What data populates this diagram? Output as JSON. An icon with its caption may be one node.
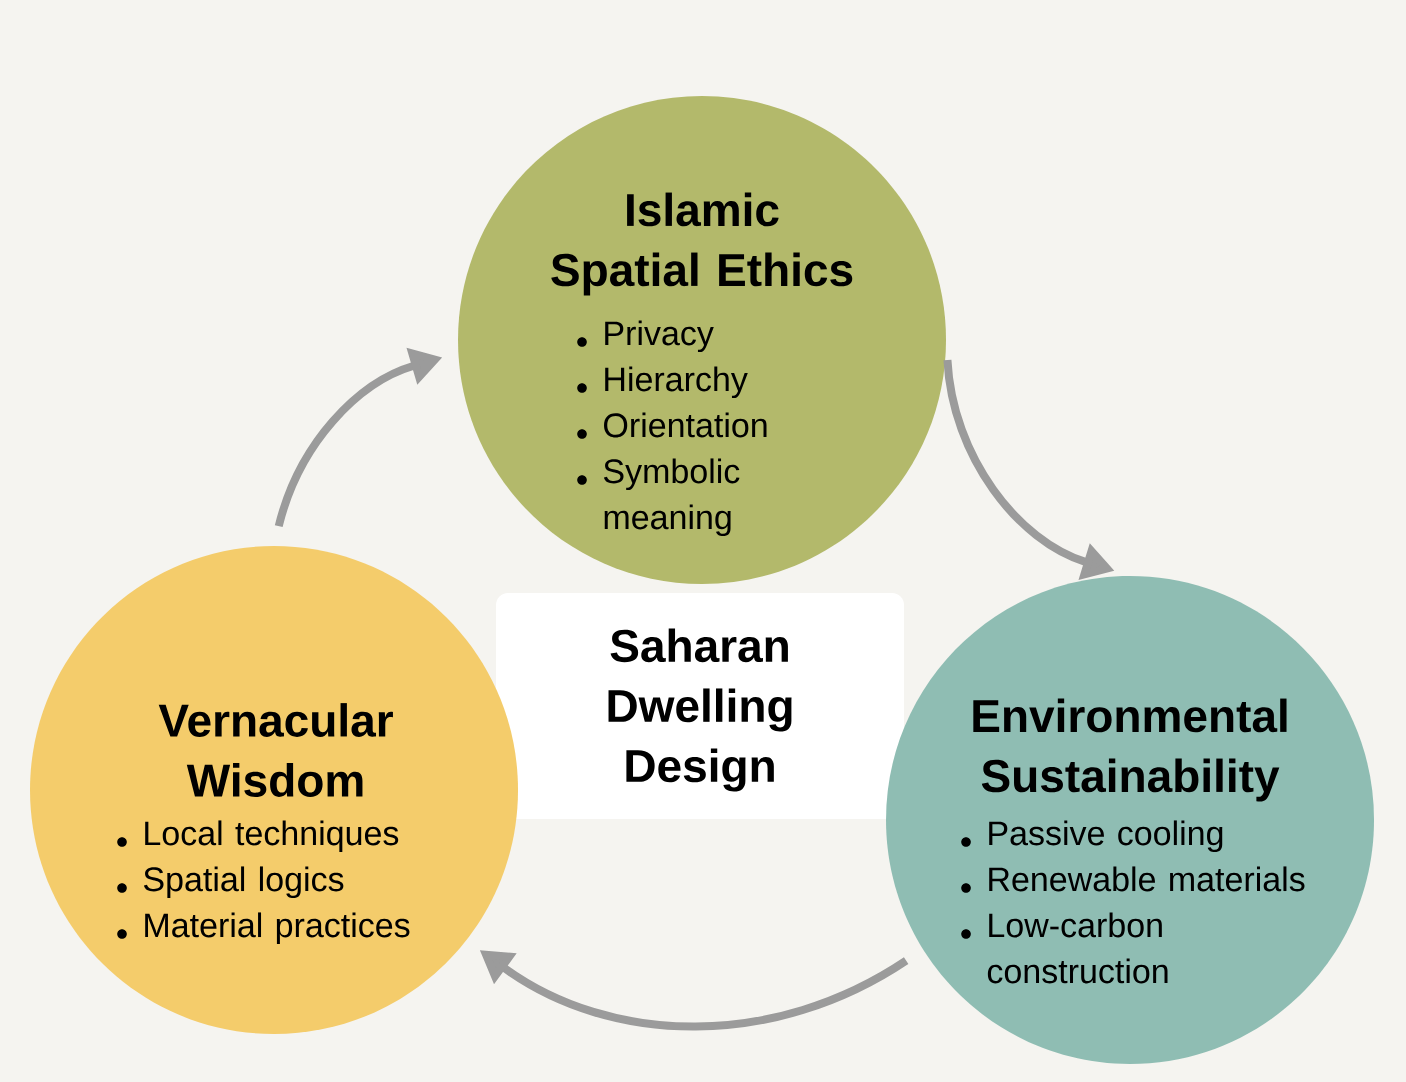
{
  "diagram": {
    "nodes": [
      {
        "text": [
          "Islamic Spatial Ethics",
          "Privacy",
          "Hierarchy",
          "Orientation",
          "Symbolic meaning"
        ]
      },
      {
        "text": [
          "Saharan Dwelling Design"
        ]
      },
      {
        "text": [
          "Vernacular Wisdom",
          "Local techniques",
          "Spatial logics",
          "Material practices"
        ]
      },
      {
        "text": [
          "Environmental Sustainability",
          "Passive cooling",
          "Renewable materials",
          "Low-carbon construction"
        ]
      }
    ],
    "edges": [
      {
        "from": 0,
        "to": 3,
        "arrow": "to"
      },
      {
        "from": 3,
        "to": 2,
        "arrow": "to"
      },
      {
        "from": 2,
        "to": 0,
        "arrow": "to"
      }
    ]
  }
}
